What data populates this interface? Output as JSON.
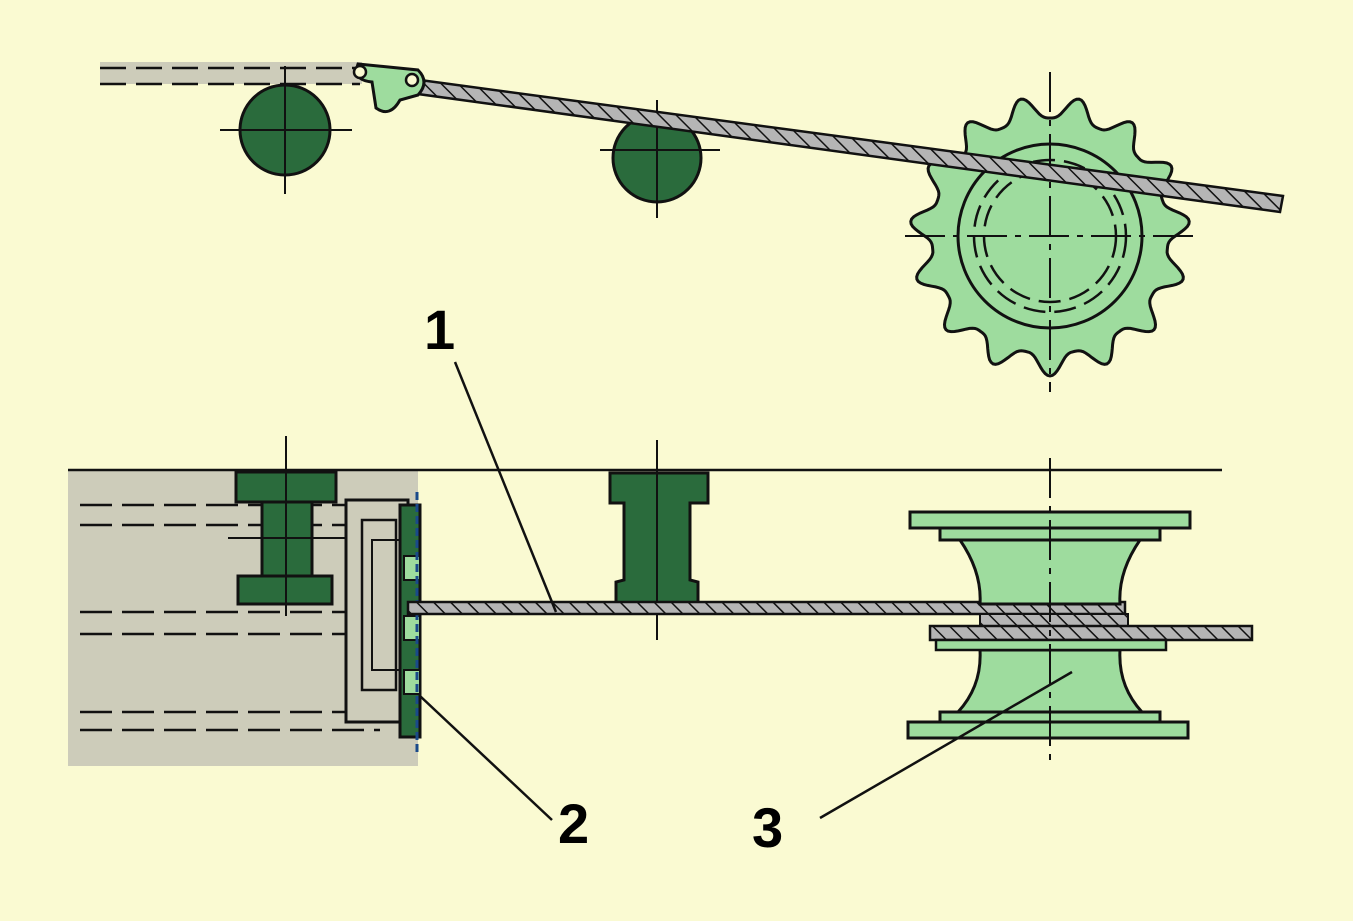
{
  "callouts": [
    {
      "id": "label-1",
      "text": "1"
    },
    {
      "id": "label-2",
      "text": "2"
    },
    {
      "id": "label-3",
      "text": "3"
    }
  ],
  "colors": {
    "background": "#fafad2",
    "dark_green": "#2a6b3c",
    "light_green": "#9edc9e",
    "grey_block": "#cdccba",
    "outline": "#111111",
    "track_grey": "#8a8a8a"
  }
}
